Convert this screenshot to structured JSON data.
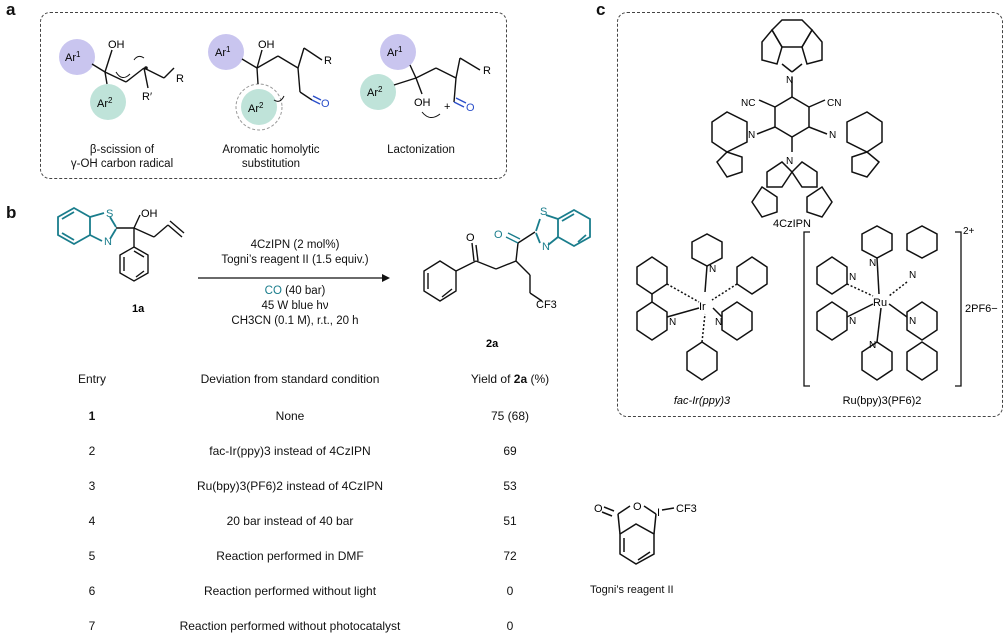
{
  "panels": {
    "a": "a",
    "b": "b",
    "c": "c"
  },
  "colors": {
    "aryl1": "#c9c5ef",
    "aryl2": "#bfe3d9",
    "teal": "#1a7d8c",
    "blue": "#2b4fc9",
    "line": "#111111"
  },
  "panel_a": {
    "labels": {
      "ar1": "Ar",
      "ar1_sup": "1",
      "ar2": "Ar",
      "ar2_sup": "2",
      "oh": "OH",
      "r": "R",
      "r_prime": "R′",
      "o": "O",
      "plus": "+"
    },
    "captions": [
      [
        "β-scission of",
        "γ-OH carbon radical"
      ],
      [
        "Aromatic homolytic",
        "substitution"
      ],
      [
        "Lactonization"
      ]
    ]
  },
  "panel_b": {
    "substrate_label": "1a",
    "product_label": "2a",
    "atom_labels": {
      "s": "S",
      "n": "N",
      "oh": "OH",
      "o": "O",
      "cf3": "CF3"
    },
    "conditions_above": [
      "4CzIPN (2 mol%)",
      "Togni’s reagent II (1.5 equiv.)"
    ],
    "conditions_below": {
      "co": "CO",
      "co_rest": " (40 bar)",
      "light": "45 W blue hν",
      "solvent": "CH3CN (0.1 M), r.t., 20 h"
    },
    "table": {
      "headers": {
        "entry": "Entry",
        "deviation": "Deviation from standard condition",
        "yield_prefix": "Yield of ",
        "yield_bold": "2a",
        "yield_suffix": " (%)"
      },
      "rows": [
        {
          "entry": "1",
          "deviation": "None",
          "yield": "75 (68)"
        },
        {
          "entry": "2",
          "deviation": "fac-Ir(ppy)3 instead of 4CzIPN",
          "yield": "69"
        },
        {
          "entry": "3",
          "deviation": "Ru(bpy)3(PF6)2 instead of 4CzIPN",
          "yield": "53"
        },
        {
          "entry": "4",
          "deviation": "20 bar instead of 40 bar",
          "yield": "51"
        },
        {
          "entry": "5",
          "deviation": "Reaction performed in DMF",
          "yield": "72"
        },
        {
          "entry": "6",
          "deviation": "Reaction performed without light",
          "yield": "0"
        },
        {
          "entry": "7",
          "deviation": "Reaction performed without photocatalyst",
          "yield": "0"
        }
      ]
    }
  },
  "panel_c": {
    "czipn_label": "4CzIPN",
    "nc": "NC",
    "cn": "CN",
    "n": "N",
    "ir_label": "fac-Ir(ppy)3",
    "ir": "Ir",
    "ru_label": "Ru(bpy)3(PF6)2",
    "ru": "Ru",
    "charge": "2+",
    "counterion": "2PF6−"
  },
  "togni": {
    "label": "Togni’s reagent II",
    "o": "O",
    "i": "I",
    "cf3": "CF3"
  }
}
